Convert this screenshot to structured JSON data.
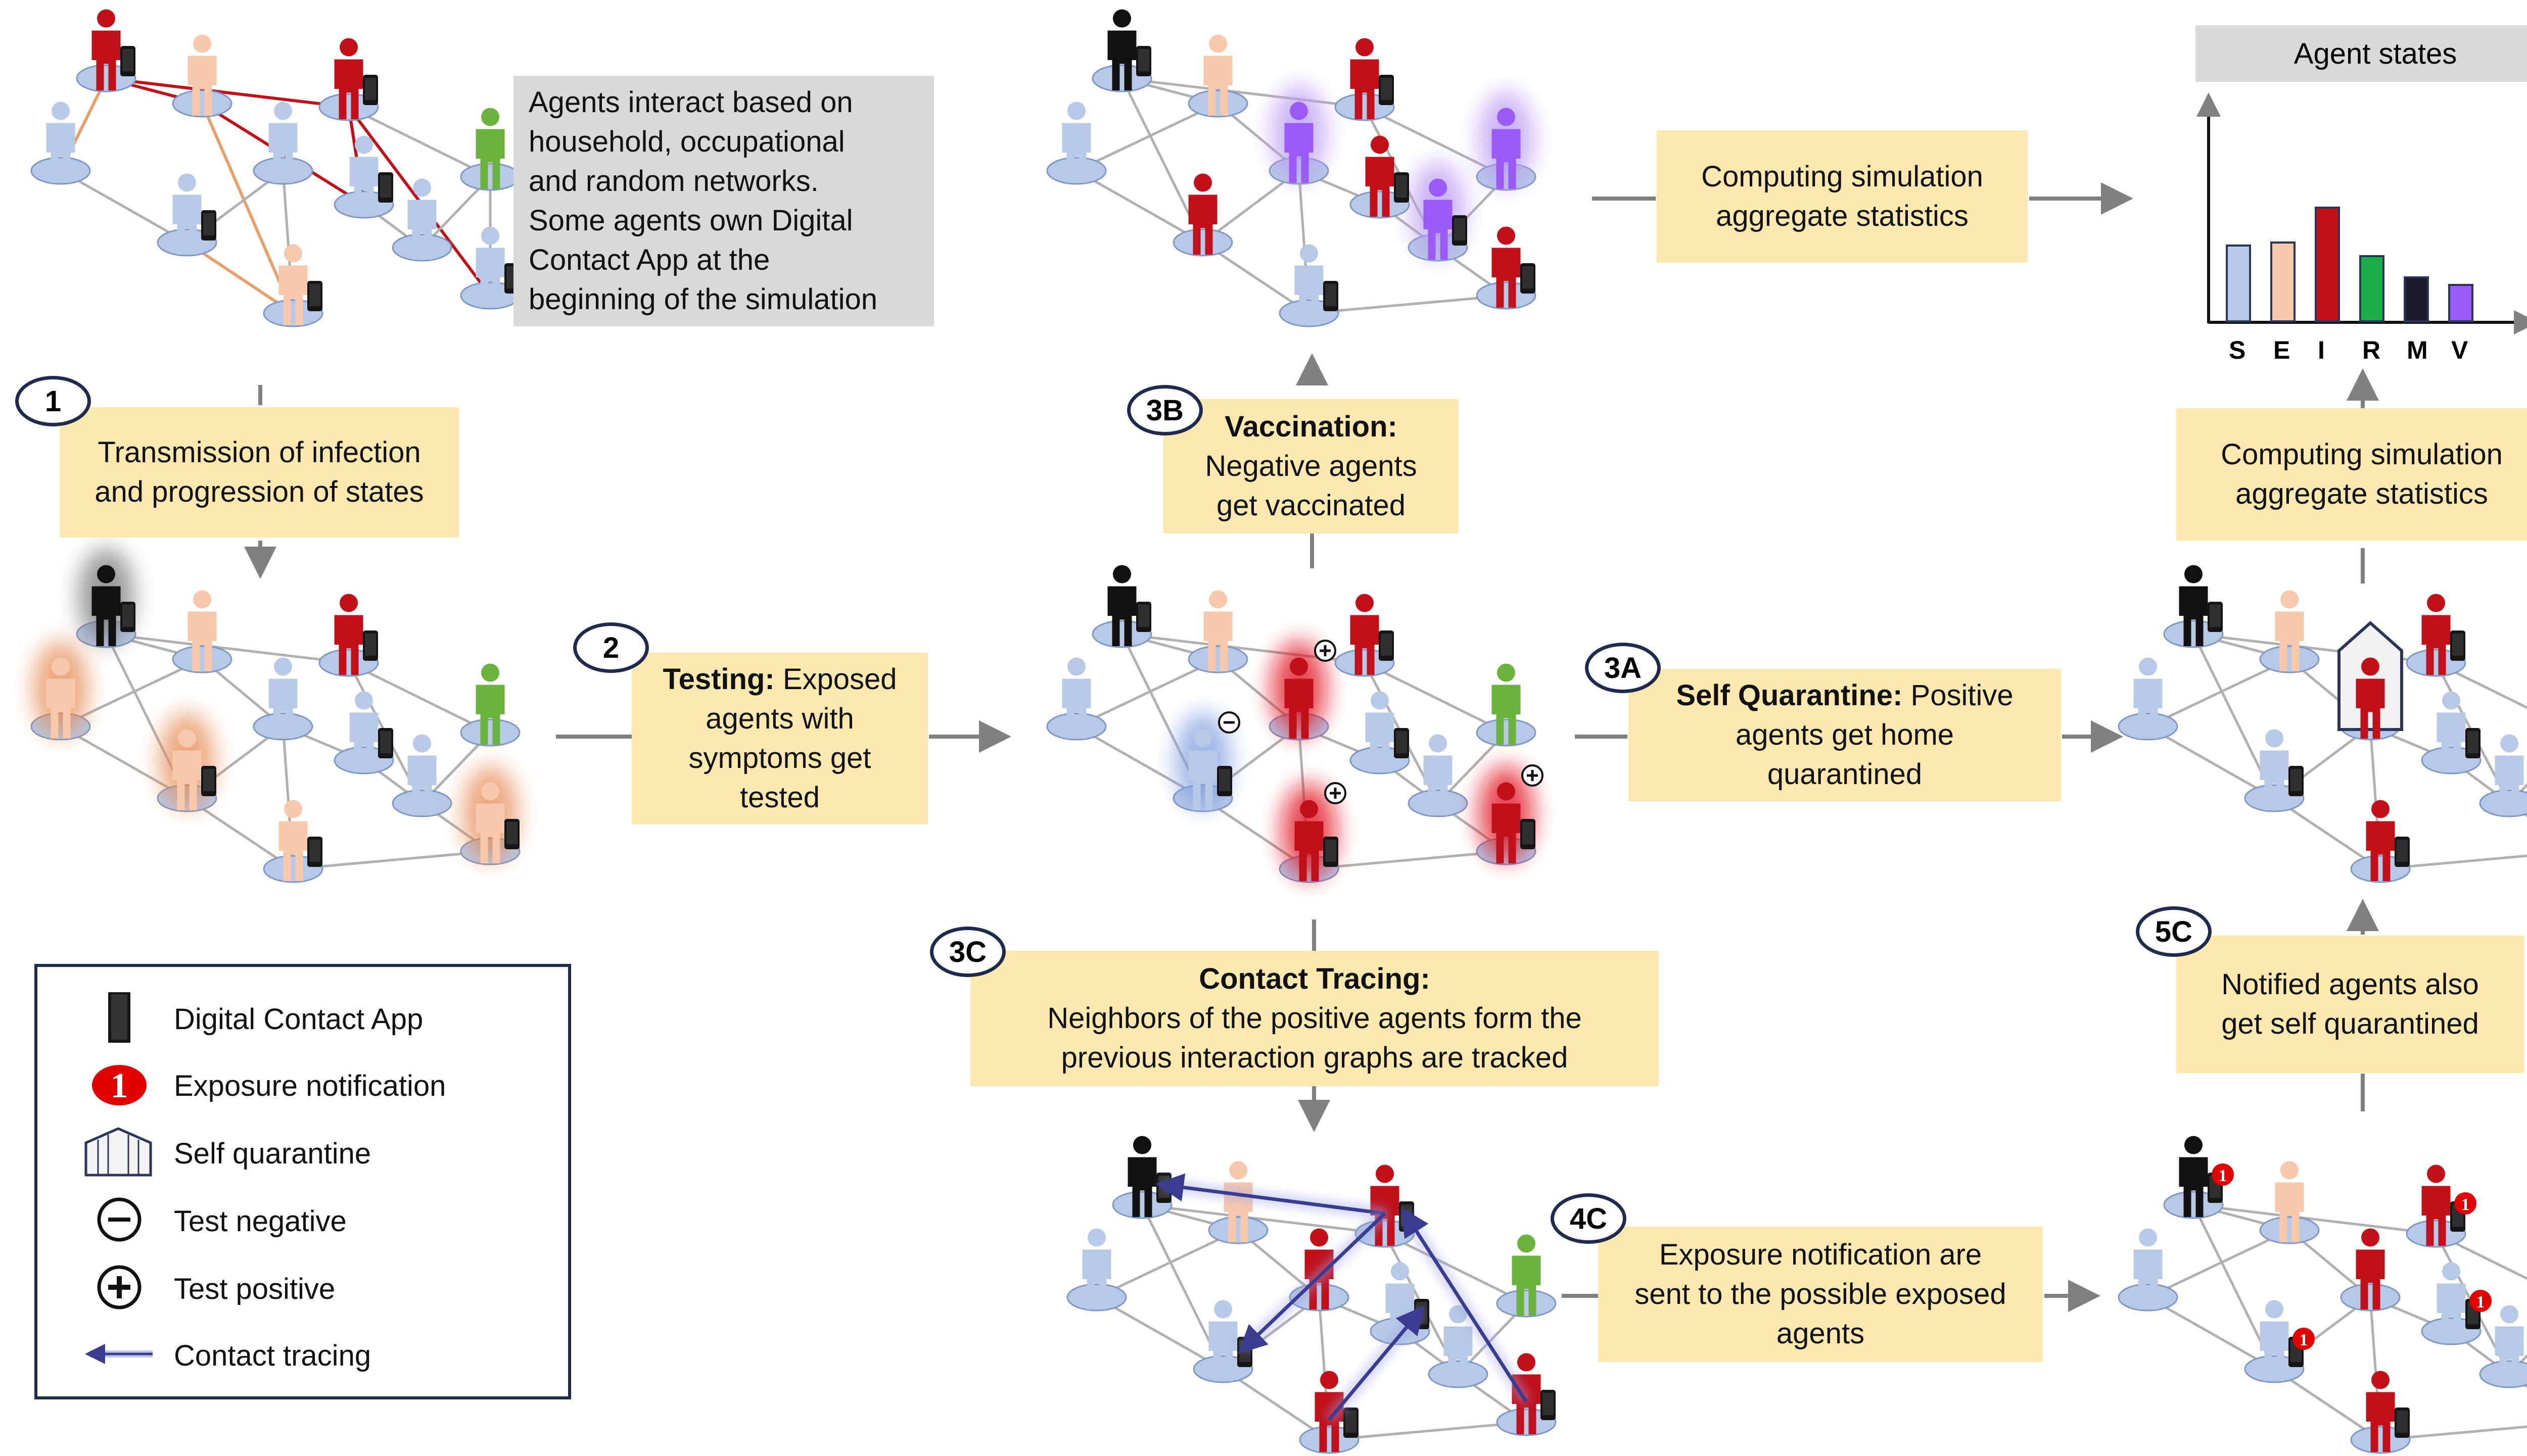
{
  "top_left_note": {
    "lines": [
      "Agents interact based on",
      "household, occupational",
      "and random networks.",
      "Some agents own Digital",
      "Contact App at the",
      "beginning of the simulation"
    ]
  },
  "steps": {
    "s1": {
      "badge": "1",
      "lines": [
        "Transmission of infection",
        "and progression of states"
      ]
    },
    "s2": {
      "badge": "2",
      "bold": "Testing:",
      "rest": " Exposed",
      "lines": [
        "agents with",
        "symptoms get",
        "tested"
      ]
    },
    "s3a": {
      "badge": "3A",
      "bold": "Self Quarantine:",
      "rest": " Positive",
      "lines": [
        "agents get home",
        "quarantined"
      ]
    },
    "s3b": {
      "badge": "3B",
      "bold": "Vaccination:",
      "lines": [
        "Negative agents",
        "get vaccinated"
      ]
    },
    "s3c": {
      "badge": "3C",
      "bold": "Contact Tracing:",
      "lines": [
        "Neighbors of the positive agents form the",
        "previous interaction graphs are tracked"
      ]
    },
    "s4c": {
      "badge": "4C",
      "lines": [
        "Exposure notification are",
        "sent to the possible exposed",
        "agents"
      ]
    },
    "s5c": {
      "badge": "5C",
      "lines": [
        "Notified agents also",
        "get self quarantined"
      ]
    },
    "agg_top": {
      "lines": [
        "Computing simulation",
        "aggregate statistics"
      ]
    },
    "agg_right": {
      "lines": [
        "Computing simulation",
        "aggregate statistics"
      ]
    }
  },
  "chart_data": {
    "type": "bar",
    "title": "Agent states",
    "categories": [
      "S",
      "E",
      "I",
      "R",
      "M",
      "V"
    ],
    "values": [
      50,
      52,
      75,
      43,
      29,
      24
    ],
    "colors": [
      "#b7c9e6",
      "#f6c9ad",
      "#c0101a",
      "#1fae4c",
      "#1c1c2c",
      "#9b59f5"
    ],
    "ylim": [
      0,
      100
    ],
    "xlabel": "",
    "ylabel": ""
  },
  "legend": {
    "items": [
      {
        "label": "Digital Contact App",
        "icon": "phone-icon"
      },
      {
        "label": "Exposure notification",
        "icon": "notification-icon",
        "glyph": "1"
      },
      {
        "label": "Self quarantine",
        "icon": "house-icon"
      },
      {
        "label": "Test negative",
        "icon": "minus-circle-icon"
      },
      {
        "label": "Test positive",
        "icon": "plus-circle-icon"
      },
      {
        "label": "Contact tracing",
        "icon": "arrow-left-icon"
      }
    ]
  },
  "colors": {
    "box": "#fde9b0",
    "gray": "#d9d9d9",
    "navy": "#1f2a4d",
    "susceptible": "#b7c9e6",
    "exposed": "#f6c9ad",
    "infected": "#c0101a",
    "recovered": "#6cb33e",
    "dead": "#111111",
    "vaccinated": "#9b59f5",
    "edge": "#b0b0b0",
    "tracing": "#6d6fc2"
  },
  "marks": {
    "plus": "+",
    "minus": "−",
    "notification": "1"
  }
}
